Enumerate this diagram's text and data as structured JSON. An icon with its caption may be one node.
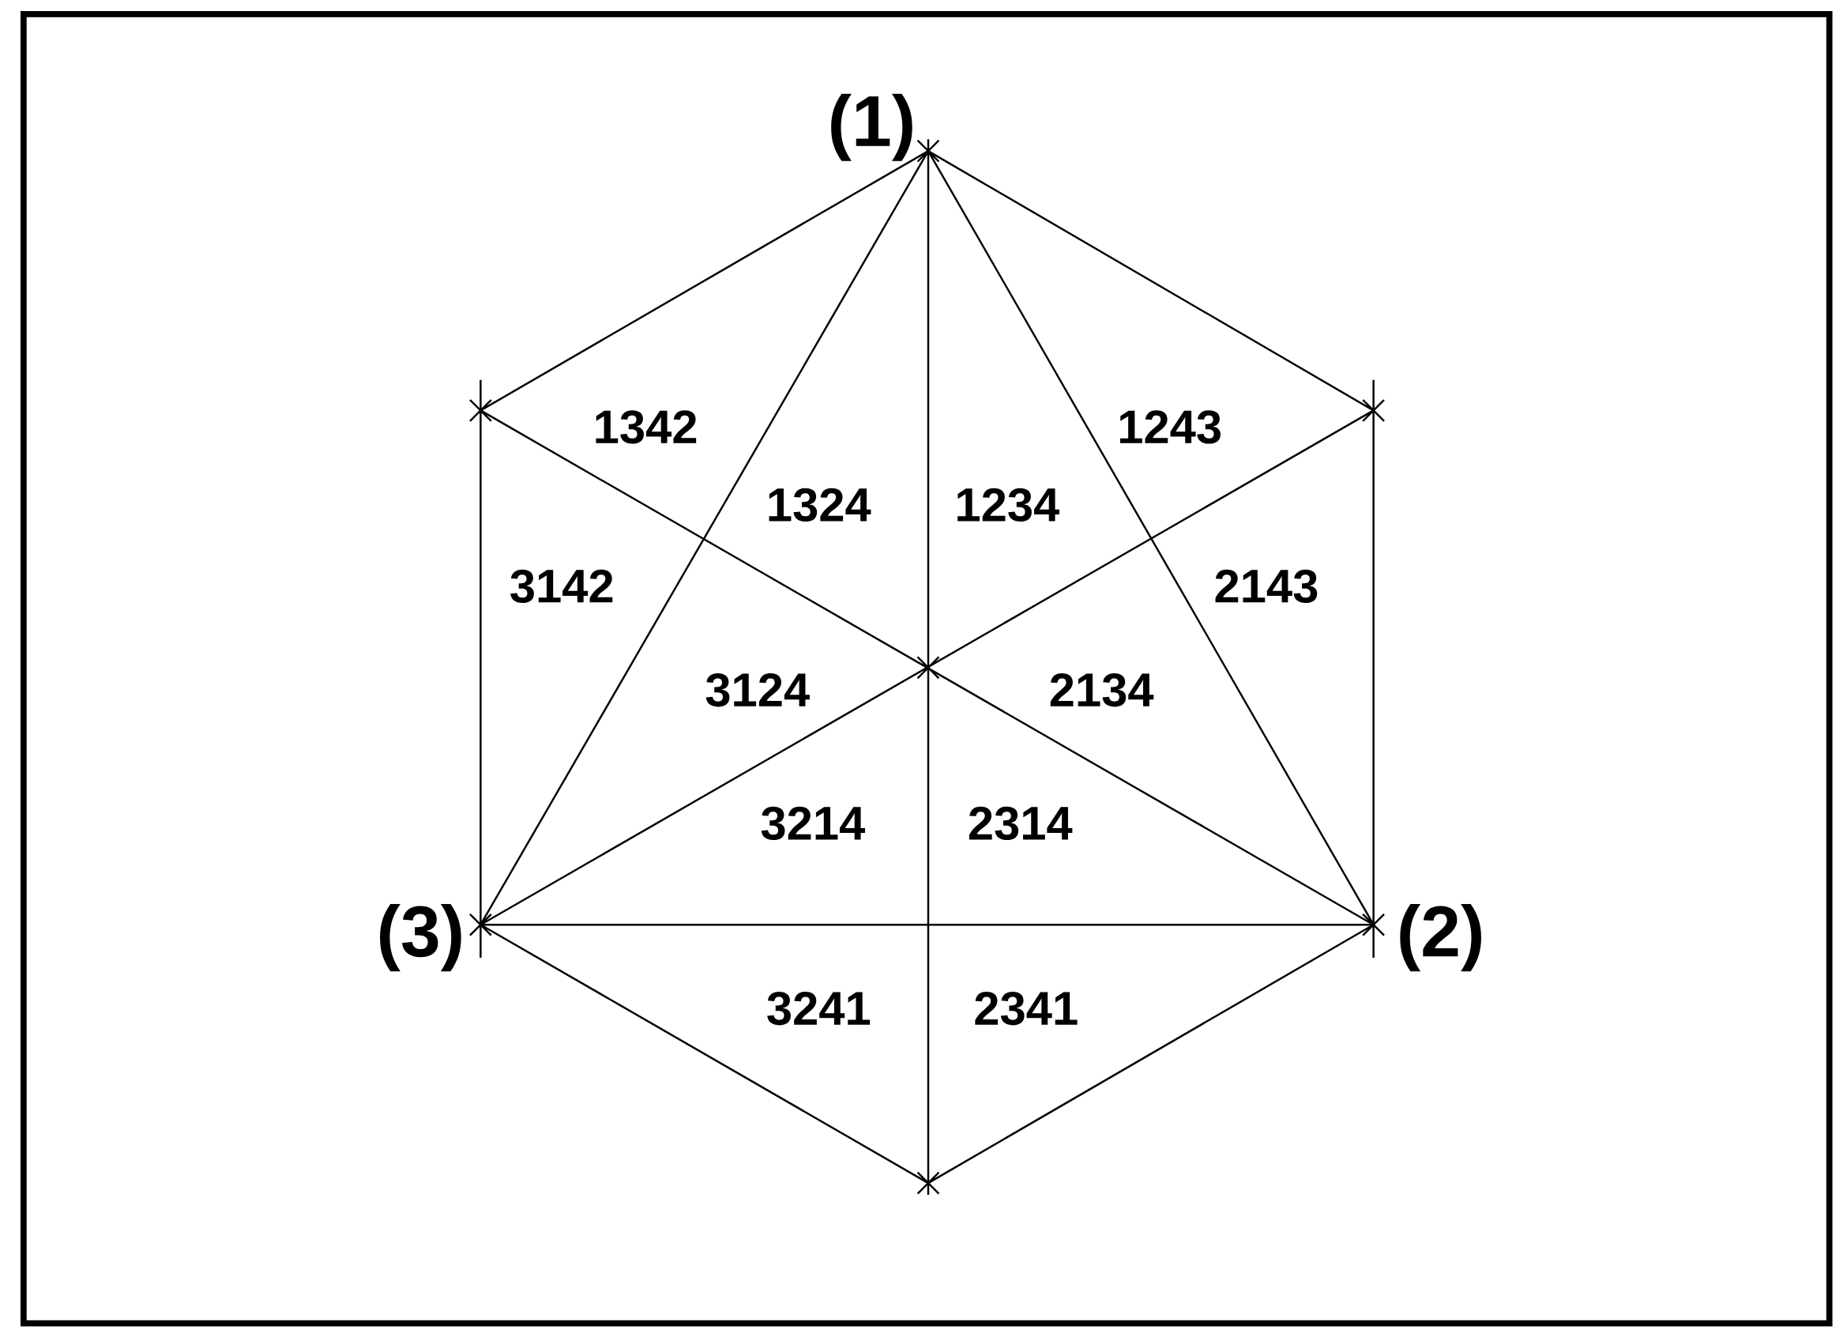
{
  "diagram": {
    "labels": [
      "(1)",
      "1342",
      "1243",
      "1324",
      "1234",
      "3142",
      "2143",
      "3124",
      "2134",
      "3214",
      "2314",
      "(3)",
      "(2)",
      "3241",
      "2341"
    ]
  }
}
